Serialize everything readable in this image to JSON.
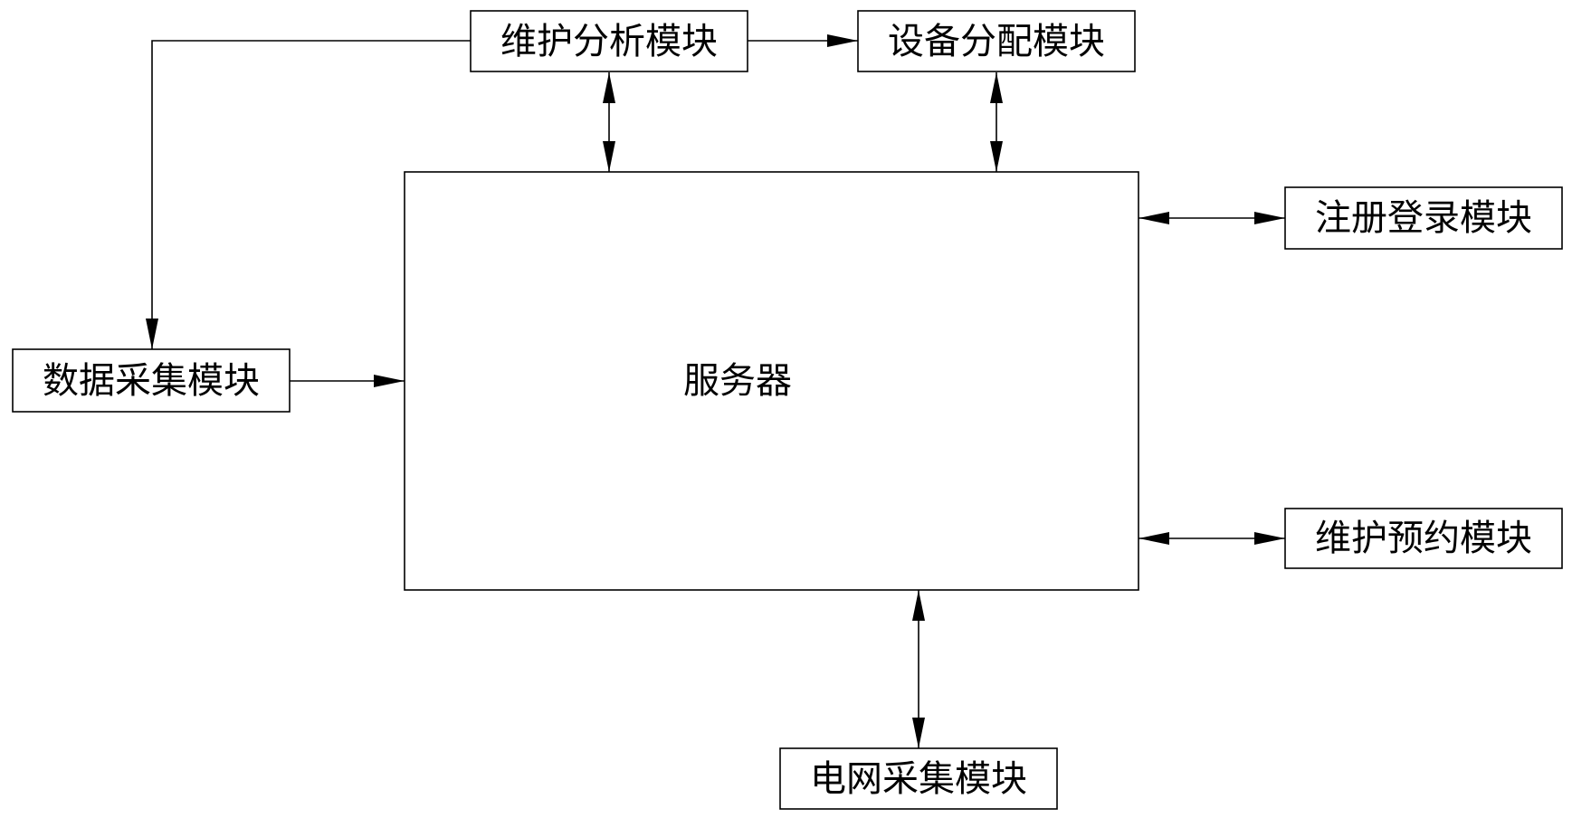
{
  "diagram": {
    "server": {
      "label": "服务器"
    },
    "modules": {
      "maintenance_analysis": {
        "label": "维护分析模块"
      },
      "device_allocation": {
        "label": "设备分配模块"
      },
      "registration_login": {
        "label": "注册登录模块"
      },
      "data_collection": {
        "label": "数据采集模块"
      },
      "maintenance_booking": {
        "label": "维护预约模块"
      },
      "grid_collection": {
        "label": "电网采集模块"
      }
    },
    "connections": [
      {
        "from": "maintenance_analysis",
        "to": "device_allocation",
        "direction": "one-way"
      },
      {
        "from": "maintenance_analysis",
        "to": "data_collection",
        "direction": "one-way"
      },
      {
        "from": "data_collection",
        "to": "server",
        "direction": "one-way"
      },
      {
        "from": "maintenance_analysis",
        "to": "server",
        "direction": "two-way"
      },
      {
        "from": "device_allocation",
        "to": "server",
        "direction": "two-way"
      },
      {
        "from": "registration_login",
        "to": "server",
        "direction": "two-way"
      },
      {
        "from": "maintenance_booking",
        "to": "server",
        "direction": "two-way"
      },
      {
        "from": "grid_collection",
        "to": "server",
        "direction": "two-way"
      }
    ]
  }
}
